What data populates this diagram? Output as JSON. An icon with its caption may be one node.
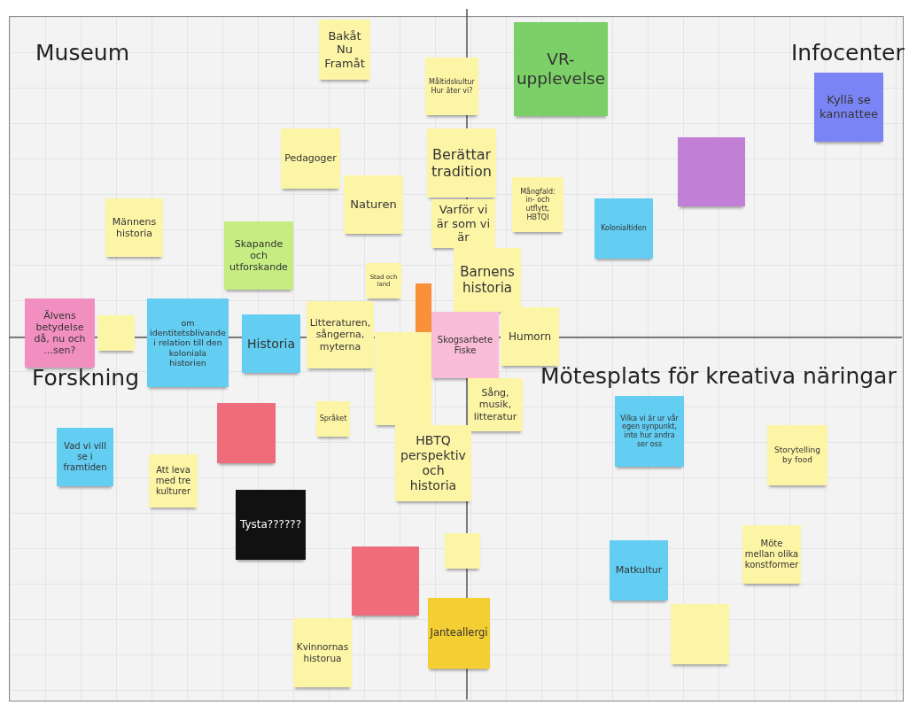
{
  "diagram": {
    "nodes": [
      {
        "text": [
          "Bakåt Nu Framåt"
        ]
      },
      {
        "text": [
          "Måltidskultur Hur äter vi?"
        ]
      },
      {
        "text": [
          "VR-upplevelse"
        ]
      },
      {
        "text": [
          "Kyllä se kannattee"
        ]
      },
      {
        "text": [
          "Pedagoger"
        ]
      },
      {
        "text": [
          "Berättar tradition"
        ]
      },
      {
        "text": [],
        "shape": "box"
      },
      {
        "text": [
          "Naturen"
        ]
      },
      {
        "text": [
          "Mångfald: in- och utflytt, HBTQI"
        ]
      },
      {
        "text": [
          "Männens historia"
        ]
      },
      {
        "text": [
          "Varför vi är som vi är"
        ]
      },
      {
        "text": [
          "Kolonialtiden"
        ]
      },
      {
        "text": [
          "Skapande och utforskande"
        ]
      },
      {
        "text": [
          "Stad och land"
        ]
      },
      {
        "text": [
          "Barnens historia"
        ]
      },
      {
        "text": [],
        "shape": "box"
      },
      {
        "text": [
          "Älvens betydelse då, nu och ...sen?"
        ]
      },
      {
        "text": [],
        "shape": "box"
      },
      {
        "text": [
          "om identitetsblivande i relation till den koloniala historien"
        ]
      },
      {
        "text": [
          "Historia"
        ]
      },
      {
        "text": [
          "Litteraturen, sångerna, myterna"
        ]
      },
      {
        "text": [
          "Humorn"
        ]
      },
      {
        "text": [
          "Skogsarbete Fiske"
        ]
      },
      {
        "text": [],
        "shape": "box"
      },
      {
        "text": [
          "Sång, musik, litteratur"
        ]
      },
      {
        "text": [
          "Språket"
        ]
      },
      {
        "text": [],
        "shape": "box"
      },
      {
        "text": [
          "HBTQ perspektiv och historia"
        ]
      },
      {
        "text": [
          "Vilka vi är ur vår egen synpunkt, inte hur andra ser oss"
        ]
      },
      {
        "text": [
          "Storytelling by food"
        ]
      },
      {
        "text": [
          "Vad vi vill se i framtiden"
        ]
      },
      {
        "text": [
          "Att leva med tre kulturer"
        ]
      },
      {
        "text": [
          "Tysta??????"
        ]
      },
      {
        "text": [],
        "shape": "box"
      },
      {
        "text": [
          "Matkultur"
        ]
      },
      {
        "text": [
          "Möte mellan olika konstformer"
        ]
      },
      {
        "text": [],
        "shape": "box"
      },
      {
        "text": [
          "Janteallergi"
        ]
      },
      {
        "text": [],
        "shape": "box"
      },
      {
        "text": [
          "Kvinnornas historua"
        ]
      }
    ],
    "edges": [],
    "labels": [
      "Museum",
      "Infocenter",
      "Forskning",
      "Mötesplats för kreativa näringar"
    ]
  }
}
